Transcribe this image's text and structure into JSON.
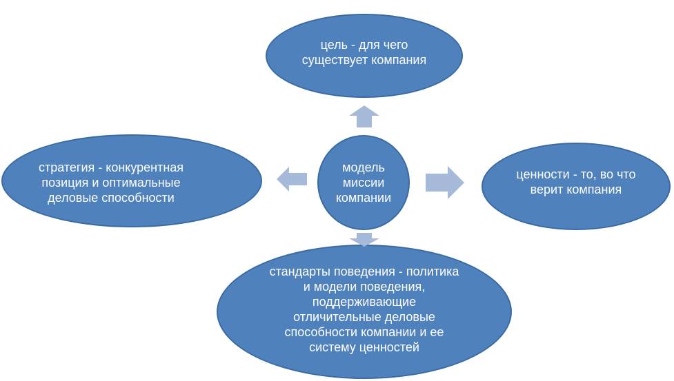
{
  "diagram": {
    "center": {
      "label": "модель\nмиссии\nкомпании"
    },
    "goal": {
      "label": "цель  - для чего\nсуществует компания"
    },
    "strategy": {
      "label": "стратегия - конкурентная\nпозиция и оптимальные\nделовые способности"
    },
    "values": {
      "label": "ценности - то, во что\nверит компания"
    },
    "standards": {
      "label": "стандарты поведения - политика\nи модели поведения,\nподдерживающие\nотличительные деловые\nспособности компании и ее\nсистему ценностей"
    },
    "colors": {
      "node_fill": "#4f81bd",
      "node_border": "#3a6aa3",
      "arrow_fill": "#a5b9d9",
      "text": "#ffffff"
    }
  }
}
